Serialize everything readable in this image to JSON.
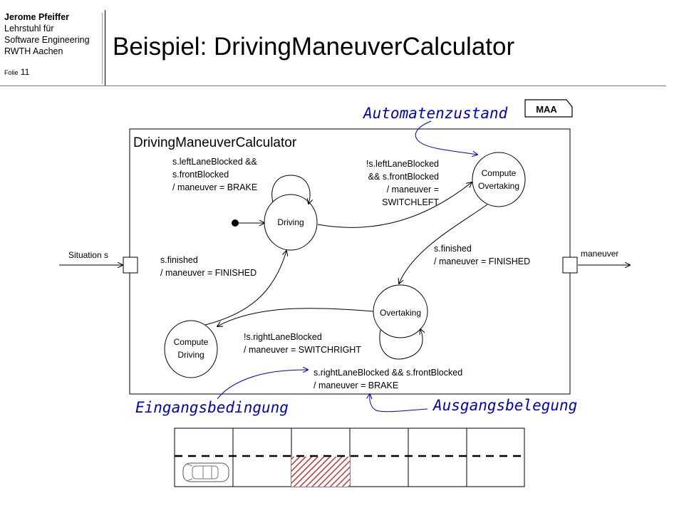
{
  "header": {
    "author_name": "Jerome Pfeiffer",
    "author_line2": "Lehrstuhl  für",
    "author_line3": "Software Engineering",
    "author_line4": "RWTH  Aachen",
    "slide_word": "Folie",
    "slide_number": "11",
    "title": "Beispiel: DrivingManeuverCalculator"
  },
  "annotations": {
    "automaton_state": "Automatenzustand",
    "input_condition": "Eingangsbedingung",
    "output_assignment": "Ausgangsbelegung"
  },
  "tag": "MAA",
  "component": {
    "name": "DrivingManeuverCalculator",
    "input_port": "Situation s",
    "output_port": "maneuver"
  },
  "states": {
    "driving": "Driving",
    "compute_overtaking_1": "Compute",
    "compute_overtaking_2": "Overtaking",
    "overtaking": "Overtaking",
    "compute_driving_1": "Compute",
    "compute_driving_2": "Driving"
  },
  "transitions": {
    "brake_1": "s.leftLaneBlocked &&",
    "brake_2": "s.frontBlocked",
    "brake_3": "/ maneuver = BRAKE",
    "switchleft_1": "!s.leftLaneBlocked",
    "switchleft_2": "&& s.frontBlocked",
    "switchleft_3": "/ maneuver =",
    "switchleft_4": "SWITCHLEFT",
    "finished_left_1": "s.finished",
    "finished_left_2": "/ maneuver = FINISHED",
    "finished_right_1": "s.finished",
    "finished_right_2": "/ maneuver = FINISHED",
    "switchright_1": "!s.rightLaneBlocked",
    "switchright_2": "/ maneuver = SWITCHRIGHT",
    "brake2_1": "s.rightLaneBlocked && s.frontBlocked",
    "brake2_2": "/ maneuver = BRAKE"
  },
  "colors": {
    "annotation": "#0000cc",
    "blocked_cell": "#cc3333"
  }
}
